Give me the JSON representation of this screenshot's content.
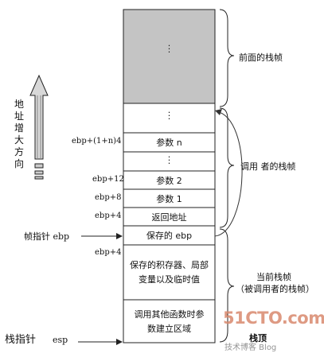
{
  "direction_label": "地址增大方向",
  "stack": {
    "dots": "·\n·\n·",
    "cells": {
      "param_n": "参数 n",
      "param_2": "参数 2",
      "param_1": "参数 1",
      "return_addr": "返回地址",
      "saved_ebp": "保存的 ebp",
      "saved_regs": "保存的积存器、局部变量以及临时值",
      "call_area": "调用其他函数时参数建立区域"
    }
  },
  "offsets": {
    "param_n": "ebp+(1+n)4",
    "param_2": "ebp+12",
    "param_1": "ebp+8",
    "return_addr": "ebp+4",
    "saved_regs": "ebp+4"
  },
  "pointers": {
    "frame_pointer": "帧指针 ebp",
    "stack_pointer_label": "栈指针",
    "stack_pointer_reg": "esp"
  },
  "frames": {
    "previous": "前面的栈帧",
    "caller": "调用  者的栈帧",
    "current_line1": "当前栈帧",
    "current_line2": "（被调用者的栈帧）",
    "stack_top": "栈顶"
  },
  "watermark": {
    "logo": "51CTO.com",
    "sub": "技术博客  Blog"
  },
  "colors": {
    "shaded_block": "#c4c4c4",
    "watermark": "#d9896e"
  }
}
